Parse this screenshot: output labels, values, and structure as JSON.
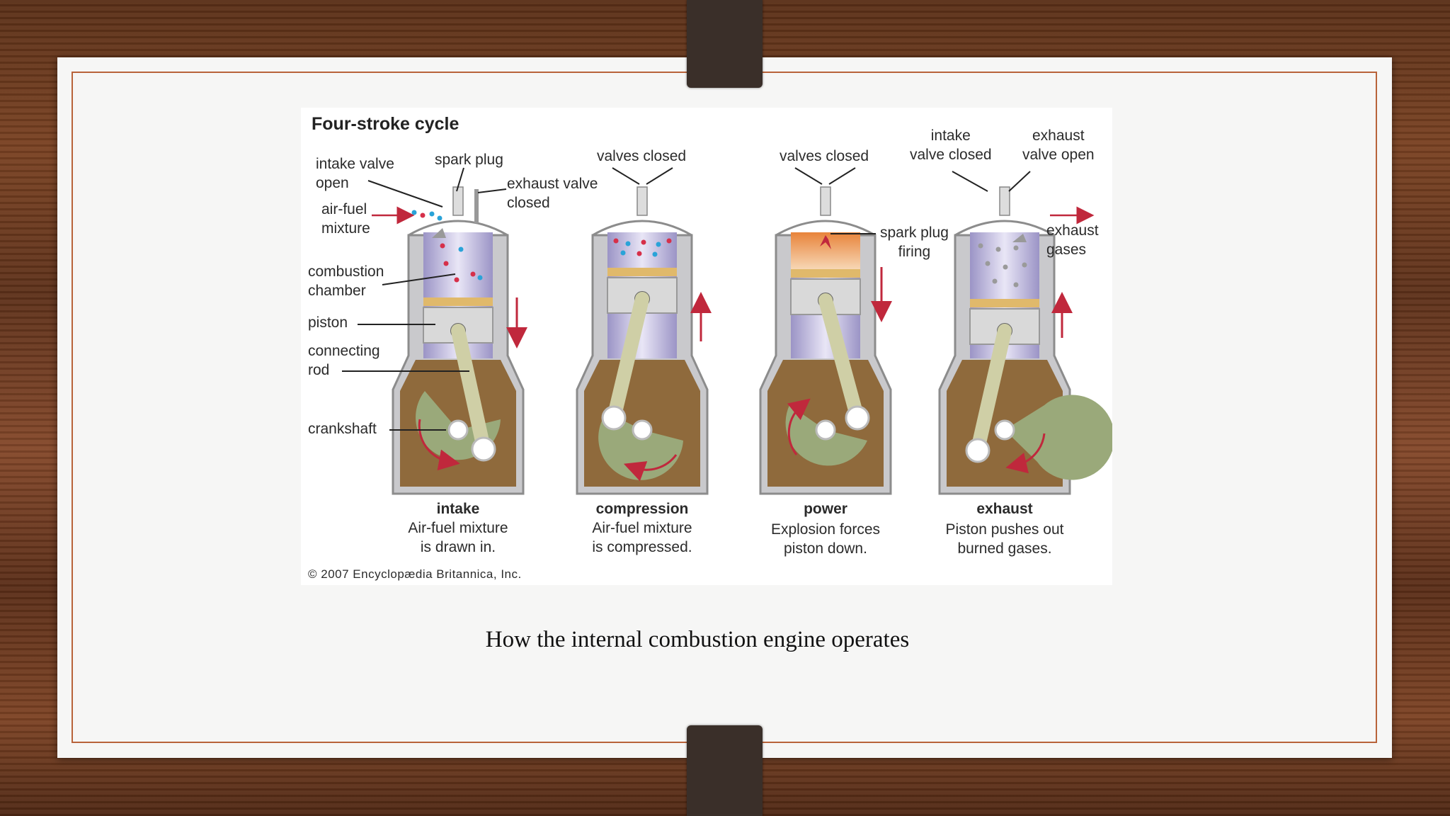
{
  "diagram": {
    "title": "Four-stroke cycle",
    "labels": {
      "intake_valve_open": "intake valve\nopen",
      "spark_plug": "spark plug",
      "exhaust_valve_closed": "exhaust valve\nclosed",
      "air_fuel_mixture": "air-fuel\nmixture",
      "combustion_chamber": "combustion\nchamber",
      "piston": "piston",
      "connecting_rod": "connecting\nrod",
      "crankshaft": "crankshaft",
      "valves_closed_1": "valves closed",
      "valves_closed_2": "valves closed",
      "spark_plug_firing": "spark plug\nfiring",
      "intake_valve_closed": "intake\nvalve closed",
      "exhaust_valve_open": "exhaust\nvalve open",
      "exhaust_gases": "exhaust\ngases"
    },
    "strokes": [
      {
        "name": "intake",
        "desc": "Air-fuel mixture\nis drawn in."
      },
      {
        "name": "compression",
        "desc": "Air-fuel mixture\nis compressed."
      },
      {
        "name": "power",
        "desc": "Explosion forces\npiston down."
      },
      {
        "name": "exhaust",
        "desc": "Piston pushes out\nburned gases."
      }
    ],
    "copyright": "© 2007 Encyclopædia Britannica, Inc."
  },
  "caption": "How the internal combustion engine operates",
  "colors": {
    "crankcase": "#8f6a3c",
    "cylinder_gray": "#c9c9cc",
    "chamber_lavender": "#c9c3e6",
    "piston_silver": "#d9d9d9",
    "rod_khaki": "#cfcfa6",
    "arrow_red": "#c0283c",
    "frame_orange": "#b8633a"
  }
}
